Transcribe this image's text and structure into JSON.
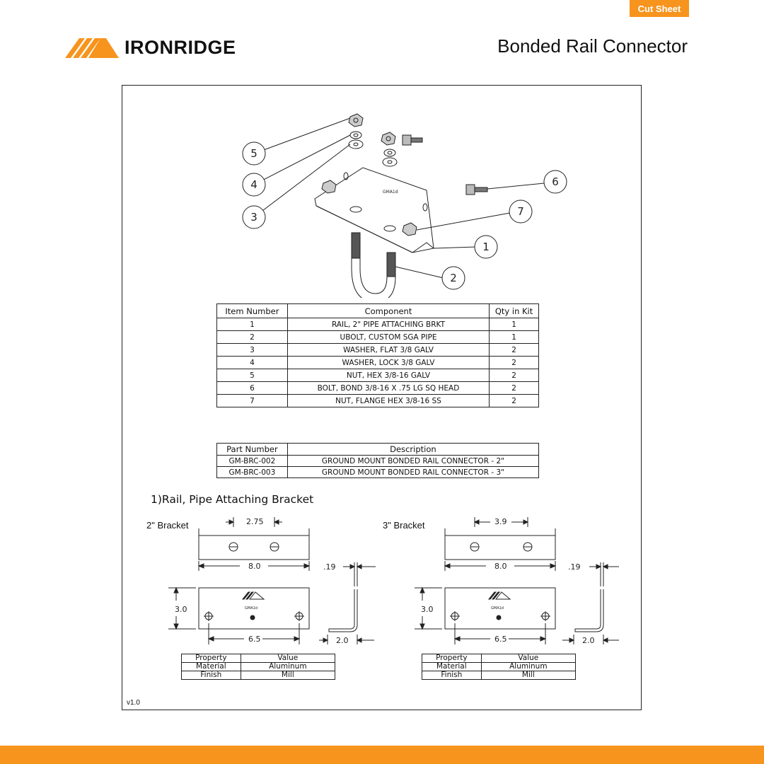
{
  "header": {
    "badge": "Cut Sheet",
    "brand": "IRONRIDGE",
    "title": "Bonded Rail Connector"
  },
  "callouts": [
    "5",
    "4",
    "3",
    "6",
    "7",
    "1",
    "2"
  ],
  "bom": {
    "headers": [
      "Item Number",
      "Component",
      "Qty in Kit"
    ],
    "rows": [
      [
        "1",
        "RAIL, 2\" PIPE ATTACHING BRKT",
        "1"
      ],
      [
        "2",
        "UBOLT, CUSTOM SGA PIPE",
        "1"
      ],
      [
        "3",
        "WASHER, FLAT 3/8 GALV",
        "2"
      ],
      [
        "4",
        "WASHER, LOCK 3/8 GALV",
        "2"
      ],
      [
        "5",
        "NUT, HEX 3/8-16 GALV",
        "2"
      ],
      [
        "6",
        "BOLT, BOND 3/8-16 X .75 LG SQ HEAD",
        "2"
      ],
      [
        "7",
        "NUT, FLANGE HEX 3/8-16 SS",
        "2"
      ]
    ]
  },
  "parts": {
    "headers": [
      "Part Number",
      "Description"
    ],
    "rows": [
      [
        "GM-BRC-002",
        "GROUND MOUNT BONDED RAIL CONNECTOR - 2\""
      ],
      [
        "GM-BRC-003",
        "GROUND MOUNT BONDED RAIL CONNECTOR - 3\""
      ]
    ]
  },
  "section_title": "1)Rail, Pipe Attaching Bracket",
  "brackets": [
    {
      "label": "2\" Bracket",
      "hole_spacing": "2.75",
      "length": "8.0",
      "thickness": ".19",
      "height": "3.0",
      "hole_span": "6.5",
      "leg": "2.0",
      "stamp": "GMA1d",
      "properties": {
        "headers": [
          "Property",
          "Value"
        ],
        "rows": [
          [
            "Material",
            "Aluminum"
          ],
          [
            "Finish",
            "Mill"
          ]
        ]
      }
    },
    {
      "label": "3\" Bracket",
      "hole_spacing": "3.9",
      "length": "8.0",
      "thickness": ".19",
      "height": "3.0",
      "hole_span": "6.5",
      "leg": "2.0",
      "stamp": "GMA1d",
      "properties": {
        "headers": [
          "Property",
          "Value"
        ],
        "rows": [
          [
            "Material",
            "Aluminum"
          ],
          [
            "Finish",
            "Mill"
          ]
        ]
      }
    }
  ],
  "assembly_stamp": "GMA1d",
  "version": "v1.0",
  "colors": {
    "accent": "#f7941d",
    "line": "#222222"
  }
}
